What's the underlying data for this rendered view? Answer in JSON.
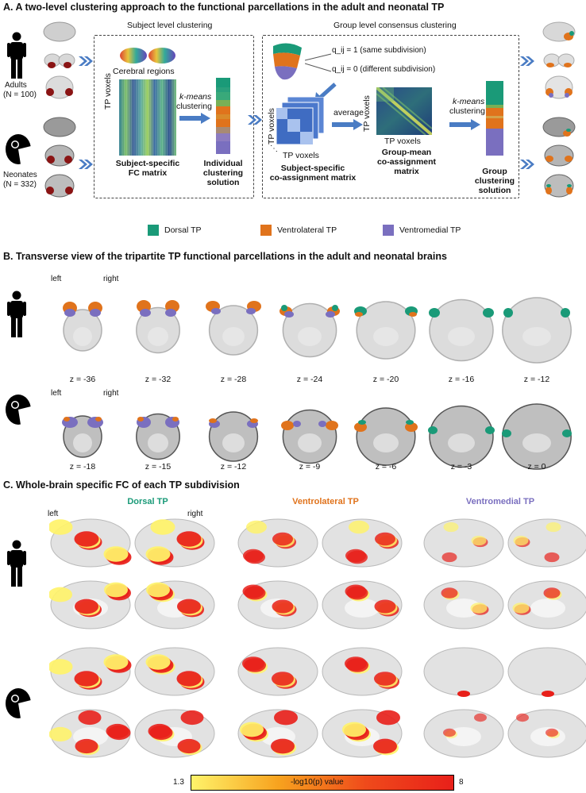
{
  "colors": {
    "dorsal": "#1a9a78",
    "ventrolateral": "#e0731c",
    "ventromedial": "#7a6fbf",
    "arrow": "#4a7cc4",
    "heat_low": "#fff36a",
    "heat_high": "#e8201a"
  },
  "section_a": {
    "title": "A. A two-level clustering approach to the functional parcellations in the adult and neonatal TP",
    "subject_level_label": "Subject level clustering",
    "group_level_label": "Group level consensus clustering",
    "adults_label": "Adults",
    "adults_n": "(N = 100)",
    "neonates_label": "Neonates",
    "neonates_n": "(N = 332)",
    "cerebral_regions": "Cerebral regions",
    "tp_voxels": "TP voxels",
    "kmeans_1": "k-means",
    "kmeans_2": "clustering",
    "fc_matrix_1": "Subject-specific",
    "fc_matrix_2": "FC matrix",
    "indiv_1": "Individual",
    "indiv_2": "clustering",
    "indiv_3": "solution",
    "qij_same": "q_ij = 1 (same subdivision)",
    "qij_diff": "q_ij = 0 (different subdivision)",
    "coassign_1": "Subject-specific",
    "coassign_2": "co-assignment matrix",
    "average": "average",
    "group_mean_1": "Group-mean",
    "group_mean_2": "co-assignment",
    "group_mean_3": "matrix",
    "group_sol_1": "Group",
    "group_sol_2": "clustering",
    "group_sol_3": "solution"
  },
  "legend": {
    "dorsal": "Dorsal TP",
    "ventrolateral": "Ventrolateral TP",
    "ventromedial": "Ventromedial TP"
  },
  "section_b": {
    "title": "B. Transverse view of the tripartite TP functional parcellations in the adult and neonatal brains",
    "left": "left",
    "right": "right",
    "adult_slices": [
      "z = -36",
      "z = -32",
      "z = -28",
      "z = -24",
      "z = -20",
      "z = -16",
      "z = -12"
    ],
    "neonate_slices": [
      "z = -18",
      "z = -15",
      "z = -12",
      "z = -9",
      "z = -6",
      "z = -3",
      "z = 0"
    ]
  },
  "section_c": {
    "title": "C. Whole-brain specific FC of each TP subdivision",
    "col_dorsal": "Dorsal TP",
    "col_ventrolateral": "Ventrolateral TP",
    "col_ventromedial": "Ventromedial TP",
    "left": "left",
    "right": "right",
    "colorbar_min": "1.3",
    "colorbar_max": "8",
    "colorbar_label": "-log10(p) value"
  }
}
